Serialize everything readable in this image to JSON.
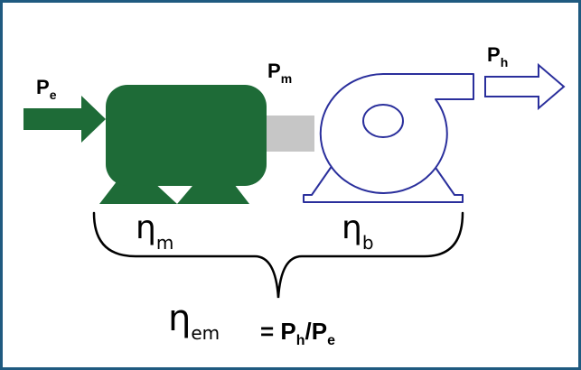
{
  "colors": {
    "frame": "#1f5a80",
    "motor": "#1e6b37",
    "shaft": "#c6c6c6",
    "pump_outline": "#2a2f9c",
    "text": "#000000"
  },
  "labels": {
    "input_power": {
      "symbol": "P",
      "sub": "e"
    },
    "mechanical_power": {
      "symbol": "P",
      "sub": "m"
    },
    "hydraulic_power": {
      "symbol": "P",
      "sub": "h"
    },
    "motor_efficiency": {
      "symbol": "η",
      "sub": "m"
    },
    "pump_efficiency": {
      "symbol": "η",
      "sub": "b"
    },
    "overall_efficiency": {
      "symbol": "η",
      "sub": "em"
    },
    "formula": {
      "prefix": "= P",
      "sub1": "h",
      "mid": "/P",
      "sub2": "e"
    }
  },
  "icons": {
    "input_arrow": "solid-arrow-right-icon",
    "output_arrow": "outline-arrow-right-icon",
    "motor": "electric-motor-icon",
    "pump": "centrifugal-pump-icon"
  }
}
